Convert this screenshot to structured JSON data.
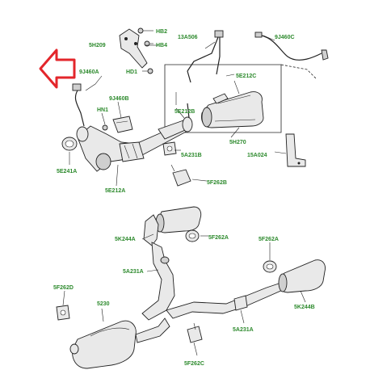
{
  "pointer_arrow_color": "#e3262b",
  "label_color": "#2d8a2d",
  "labels": [
    "HB2",
    "5H209",
    "HB4",
    "13A506",
    "9J460C",
    "HD1",
    "5E212C",
    "9J460A",
    "HN1",
    "9J460B",
    "5E212B",
    "5H270",
    "5E241A",
    "5A231B",
    "15A024",
    "5E212A",
    "5F262B",
    "5K244A",
    "5F262A",
    "5F262A",
    "5A231A",
    "5F262D",
    "5230",
    "5K244B",
    "5A231A",
    "5F262C"
  ]
}
